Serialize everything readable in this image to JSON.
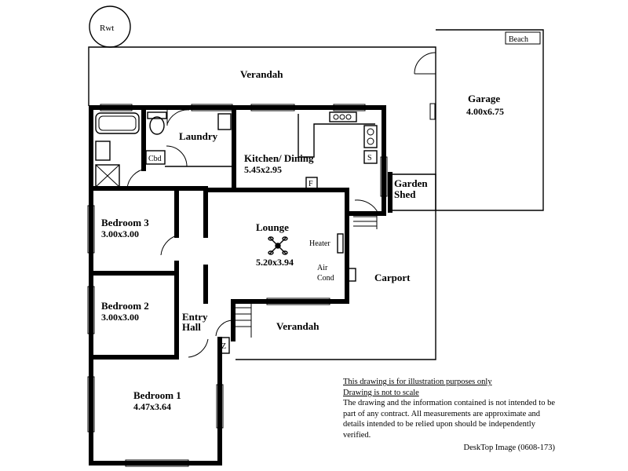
{
  "labels": {
    "rwt": "Rwt",
    "verandah_top": "Verandah",
    "verandah_bottom": "Verandah",
    "beach": "Beach",
    "garage": "Garage",
    "garage_dim": "4.00x6.75",
    "laundry": "Laundry",
    "cbd": "Cbd",
    "kitchen": "Kitchen/ Dining",
    "kitchen_dim": "5.45x2.95",
    "garden_shed_1": "Garden",
    "garden_shed_2": "Shed",
    "bedroom3": "Bedroom 3",
    "bedroom3_dim": "3.00x3.00",
    "lounge": "Lounge",
    "lounge_dim": "5.20x3.94",
    "heater": "Heater",
    "air_cond_1": "Air",
    "air_cond_2": "Cond",
    "carport": "Carport",
    "bedroom2": "Bedroom 2",
    "bedroom2_dim": "3.00x3.00",
    "entry_1": "Entry",
    "entry_2": "Hall",
    "bedroom1": "Bedroom 1",
    "bedroom1_dim": "4.47x3.64",
    "fridge_mark": "F"
  },
  "disclaimer": {
    "line1": "This drawing is for illustration purposes only",
    "line2": "Drawing is not to scale",
    "body": "The drawing and the information contained is not intended to be part of any contract. All measurements are approximate and details intended to be relied upon should be independently verified.",
    "credit": "DeskTop Image (0608-173)"
  }
}
